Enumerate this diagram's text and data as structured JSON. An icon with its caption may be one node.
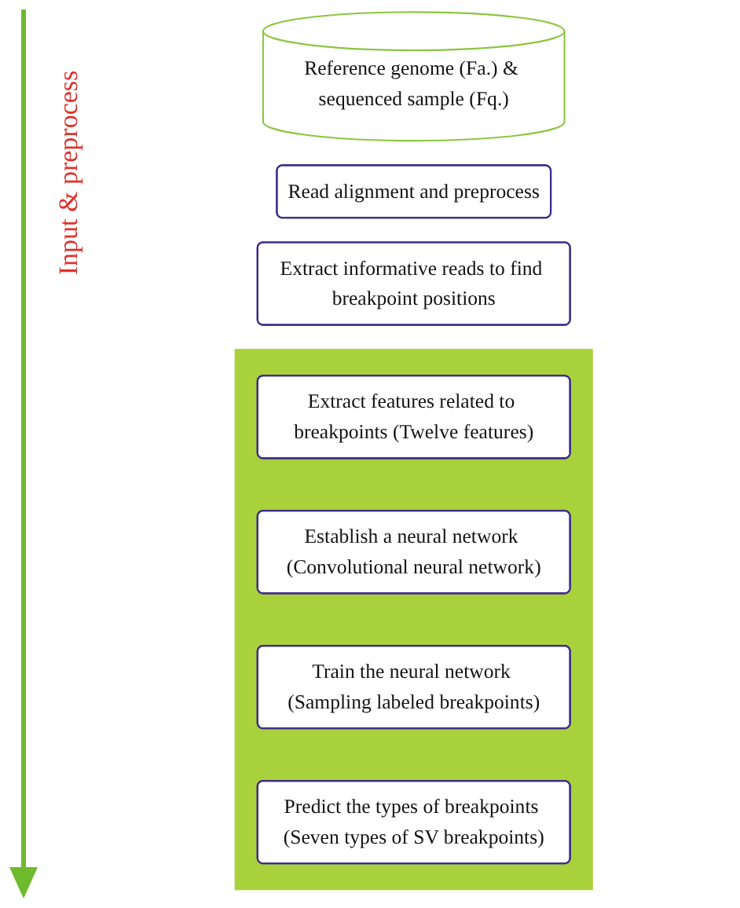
{
  "diagram": {
    "nodes": [
      {
        "text": [
          "Reference genome (Fa.) & sequenced sample (Fq.)"
        ]
      },
      {
        "text": [
          "Read alignment and preprocess"
        ]
      },
      {
        "text": [
          "Extract informative reads to find breakpoint positions"
        ]
      },
      {
        "text": [],
        "shape": "box"
      },
      {
        "text": [
          "Extract features related to breakpoints (Twelve features)"
        ],
        "in": 3
      },
      {
        "text": [
          "Establish a neural network (Convolutional neural network)"
        ],
        "in": 3
      },
      {
        "text": [
          "Train the neural network (Sampling labeled breakpoints)"
        ],
        "in": 3
      },
      {
        "text": [
          "Predict the types of breakpoints (Seven types of SV breakpoints)"
        ],
        "in": 3
      }
    ],
    "edges": [],
    "labels": [
      "Input & preprocess"
    ]
  }
}
